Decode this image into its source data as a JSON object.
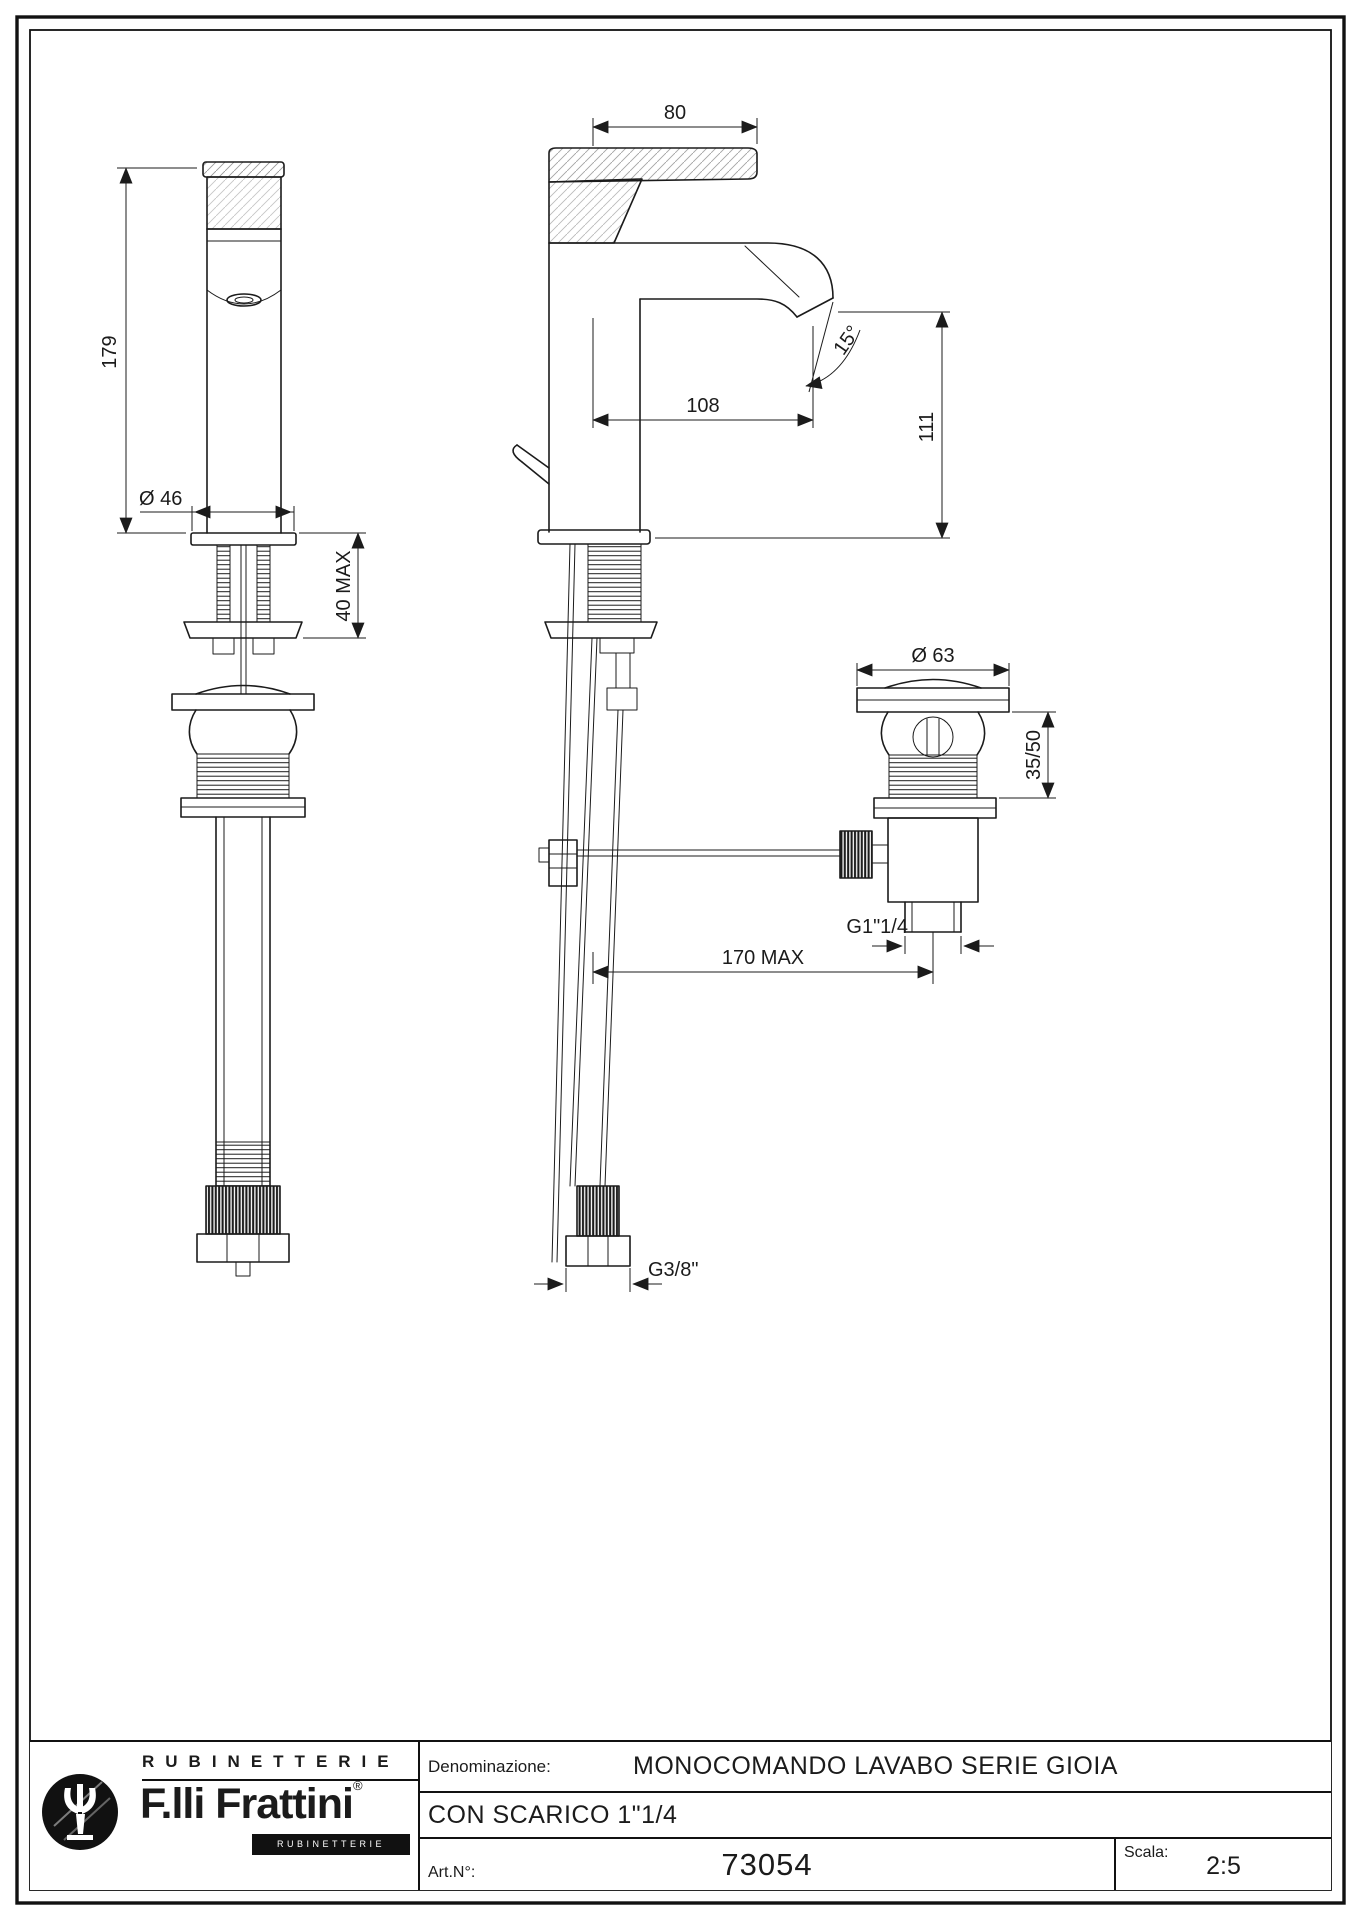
{
  "drawing": {
    "dimensions": {
      "handle_length": "80",
      "total_height": "179",
      "base_diameter": "Ø 46",
      "deck_thickness": "40 MAX",
      "spout_reach": "108",
      "spout_height": "111",
      "spout_angle": "15°",
      "drain_cap_diameter": "Ø 63",
      "drain_adjust": "35/50",
      "drain_thread": "G1\"1/4",
      "rod_length": "170 MAX",
      "hose_thread": "G3/8\""
    }
  },
  "title_block": {
    "brand": {
      "top_text": "RUBINETTERIE",
      "name": "F.lli Frattini",
      "registered": "®",
      "band_text": "RUBINETTERIE"
    },
    "denominazione_label": "Denominazione:",
    "denominazione_value": "MONOCOMANDO LAVABO SERIE GIOIA",
    "subtitle": "CON SCARICO 1\"1/4",
    "art_label": "Art.N°:",
    "art_value": "73054",
    "scala_label": "Scala:",
    "scala_value": "2:5"
  }
}
